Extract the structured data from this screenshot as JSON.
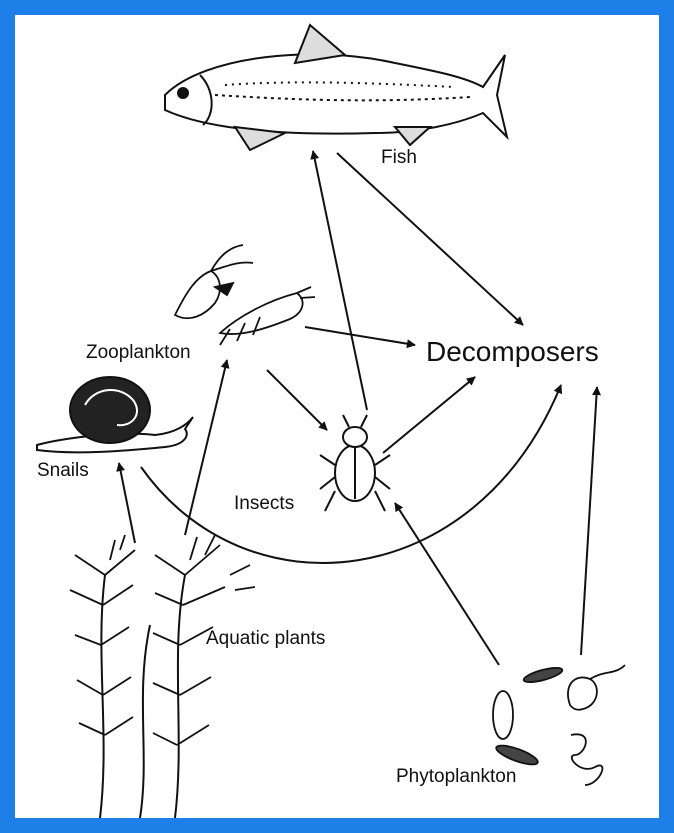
{
  "frame_color": "#1e7fe8",
  "diagram": {
    "nodes": {
      "fish": "Fish",
      "decomposers": "Decomposers",
      "zooplankton": "Zooplankton",
      "snails": "Snails",
      "insects": "Insects",
      "aquatic_plants": "Aquatic plants",
      "phytoplankton": "Phytoplankton"
    },
    "edges": [
      {
        "from": "Aquatic plants",
        "to": "Snails"
      },
      {
        "from": "Aquatic plants",
        "to": "Zooplankton"
      },
      {
        "from": "Zooplankton",
        "to": "Decomposers"
      },
      {
        "from": "Zooplankton",
        "to": "Insects"
      },
      {
        "from": "Insects",
        "to": "Fish"
      },
      {
        "from": "Insects",
        "to": "Decomposers"
      },
      {
        "from": "Fish",
        "to": "Decomposers"
      },
      {
        "from": "Snails",
        "to": "Decomposers"
      },
      {
        "from": "Phytoplankton",
        "to": "Insects"
      },
      {
        "from": "Phytoplankton",
        "to": "Decomposers"
      }
    ]
  }
}
